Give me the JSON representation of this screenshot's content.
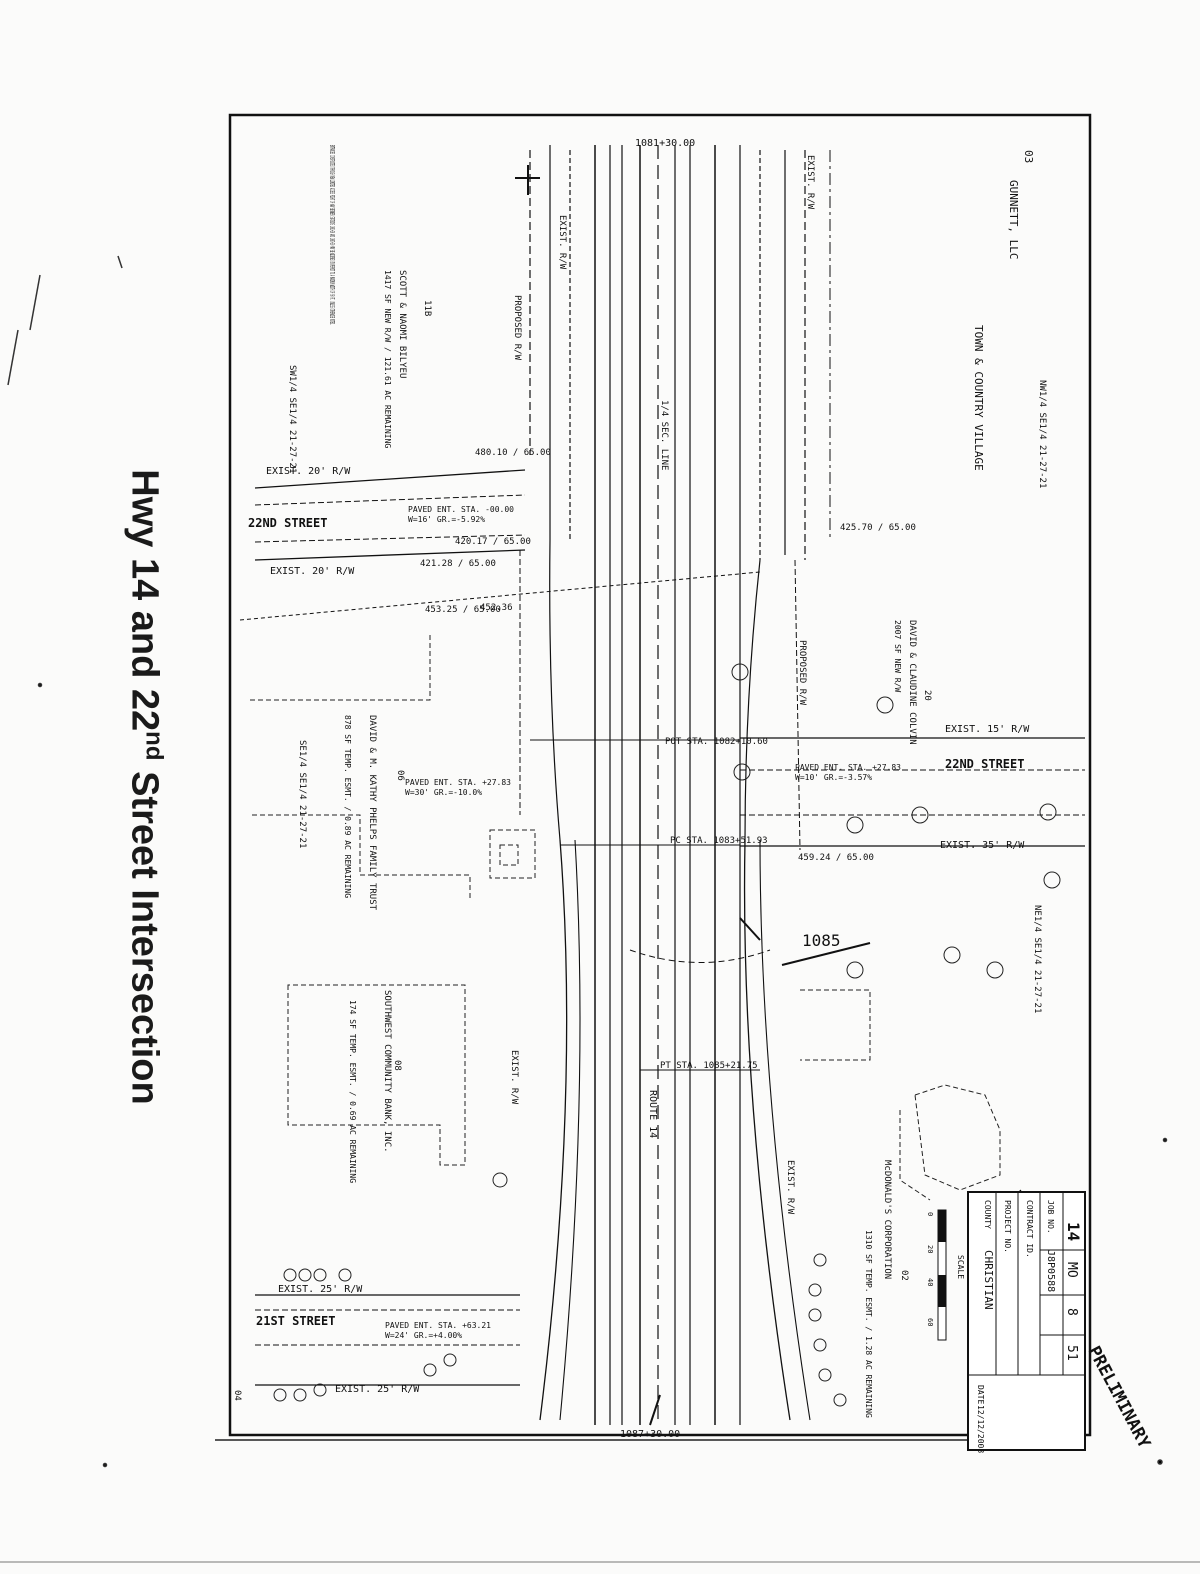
{
  "page": {
    "title_main": "Hwy 14 and 22",
    "title_sup": "nd",
    "title_end": " Street Intersection"
  },
  "plan": {
    "station_top": "1081+30.00",
    "station_bottom": "1087+30.00",
    "stations": {
      "pot": "POT STA. 1082+10.60",
      "pc": "PC STA. 1083+51.93",
      "pt": "PT STA. 1085+21.75"
    },
    "route_label": "ROUTE 14",
    "proposed_rw": "PROPOSED R/W",
    "exist_rw": "EXIST. R/W",
    "sec_line": "1/4 SEC. LINE",
    "station_1085": "1085",
    "streets": {
      "st22_left": "22ND STREET",
      "st22_right": "22ND STREET",
      "st21": "21ST STREET",
      "exist20_top": "EXIST. 20' R/W",
      "exist20_bottom": "EXIST. 20' R/W",
      "exist15": "EXIST. 15' R/W",
      "exist35": "EXIST. 35' R/W",
      "exist25_top": "EXIST. 25' R/W",
      "exist25_bottom": "EXIST. 25' R/W"
    },
    "paved": {
      "p1": "PAVED ENT. STA. -00.00",
      "p1b": "W=16'  GR.=-5.92%",
      "p2": "PAVED ENT. STA. +27.83",
      "p2b": "W=30'  GR.=-10.0%",
      "p3": "PAVED ENT. STA. +27.83",
      "p3b": "W=10'  GR.=-3.57%",
      "p4": "PAVED ENT. STA. +63.21",
      "p4b": "W=24'  GR.=+4.00%"
    },
    "offsets": {
      "o1": "480.10 / 65.00",
      "o2": "420.17 / 65.00",
      "o3": "421.28 / 65.00",
      "o4": "453.25 / 65.00",
      "o5": "452.36",
      "o6": "425.70 / 65.00",
      "o7": "459.24 / 65.00"
    },
    "sections": {
      "nw": "NW1/4 SE1/4 21-27-21",
      "sw": "SW1/4 SE1/4 21-27-21",
      "se": "SE1/4 SE1/4 21-27-21",
      "ne": "NE1/4 SE1/4 21-27-21"
    },
    "parcels": {
      "gunnett_num": "03",
      "gunnett": "GUNNETT, LLC",
      "town": "TOWN & COUNTRY VILLAGE",
      "scott_num": "11B",
      "scott": "SCOTT & NAOMI BILYEU",
      "scott_area": "1417 SF NEW R/W / 121.61 AC REMAINING",
      "colvin_num": "20",
      "colvin": "DAVID & CLAUDINE COLVIN",
      "colvin_area": "2007 SF NEW R/W",
      "phelps_num": "06",
      "phelps": "DAVID & M. KATHY PHELPS FAMILY TRUST",
      "phelps_area": "878 SF TEMP. ESMT. / 0.89 AC REMAINING",
      "bank_num": "08",
      "bank": "SOUTHWEST COMMUNITY BANK, INC.",
      "bank_area": "174 SF TEMP. ESMT. / 0.69 AC REMAINING",
      "mcd_num": "02",
      "mcd": "McDONALD'S CORPORATION",
      "mcd_area": "1310 SF TEMP. ESMT. / 1.28 AC REMAINING",
      "p04": "04"
    },
    "note": "ENTRANCES CONSTRUCTED THROUGH NEW LIMITED ACCESS RIGHT OF WAY BETWEEN STATIONS 1081+30 AND 1087+30 MAY BE WIDENED BY PERMIT TO A MAXIMUM WIDTH OF 60 FT. UNLESS OTHERWISE NOTED."
  },
  "title_block": {
    "sheet": "14",
    "state": "MO",
    "district": "8",
    "sheet_no": "51",
    "job_no_label": "JOB NO.",
    "job_no": "J8P0588",
    "contract_label": "CONTRACT ID.",
    "project_label": "PROJECT NO.",
    "county_label": "COUNTY",
    "county": "CHRISTIAN",
    "date_label": "DATE",
    "date": "12/12/2008",
    "scale_label": "SCALE",
    "scale_ticks": [
      "0",
      "20",
      "40",
      "60"
    ],
    "stamp": "PRELIMINARY"
  }
}
